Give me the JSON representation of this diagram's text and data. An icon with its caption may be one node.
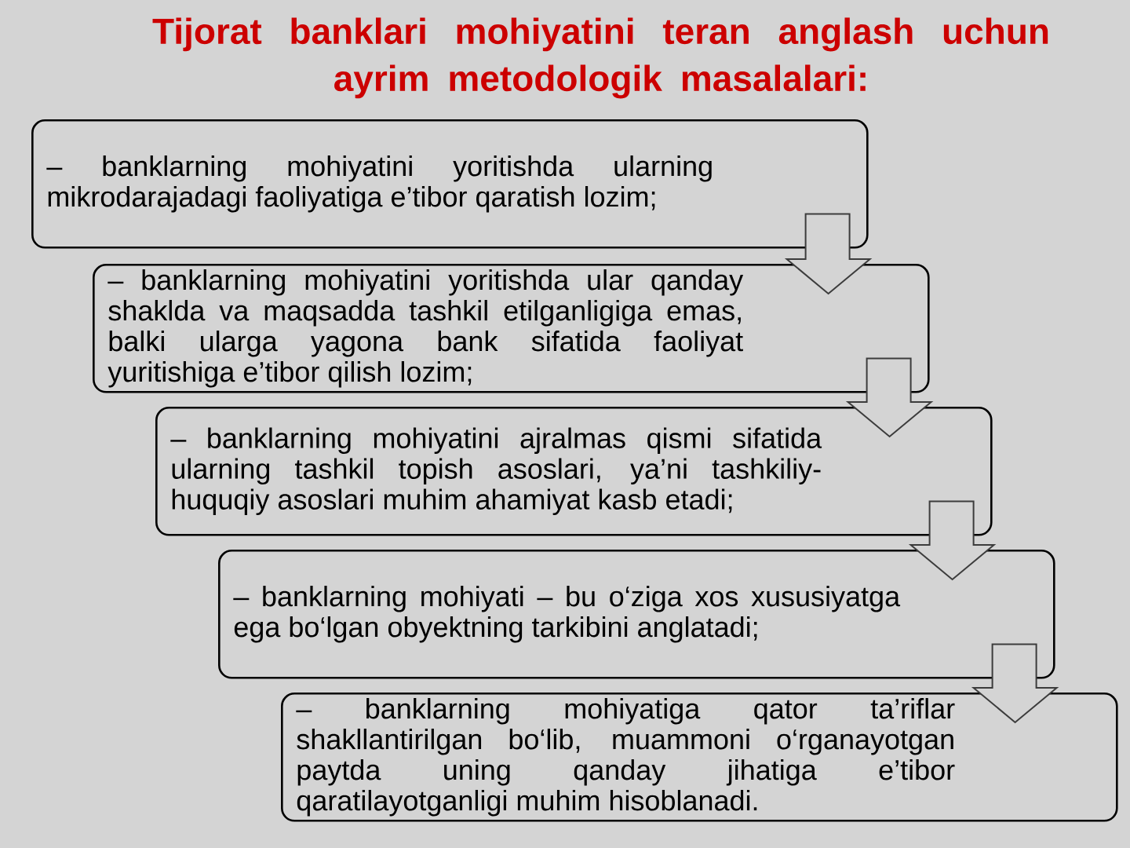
{
  "diagram": {
    "title": "Tijorat banklari mohiyatini teran anglash uchun ayrim metodologik masalalari:",
    "nodes": [
      {
        "text": [
          "– banklarning mohiyatini yoritishda ularning mikrodarajadagi faoliyatiga e’tibor qaratish lozim;"
        ]
      },
      {
        "text": [
          "– banklarning mohiyatini yoritishda ular qanday shaklda va maqsadda tashkil etilganligiga emas, balki ularga yagona bank sifatida faoliyat yuritishiga e’tibor qilish lozim;"
        ]
      },
      {
        "text": [
          "– banklarning mohiyatini ajralmas qismi sifatida ularning tashkil topish asoslari, ya’ni tashkiliy-huquqiy asoslari muhim ahamiyat kasb etadi;"
        ]
      },
      {
        "text": [
          "– banklarning mohiyati – bu o‘ziga xos xususiyatga ega bo‘lgan obyektning tarkibini anglatadi;"
        ]
      },
      {
        "text": [
          "– banklarning mohiyatiga qator ta’riflar shakllantirilgan bo‘lib, muammoni o‘rganayotgan paytda uning qanday jihatiga e’tibor qaratilayotganligi muhim hisoblanadi."
        ]
      }
    ],
    "edges": [
      {
        "from": 0,
        "to": 1,
        "arrow": "to"
      },
      {
        "from": 1,
        "to": 2,
        "arrow": "to"
      },
      {
        "from": 2,
        "to": 3,
        "arrow": "to"
      },
      {
        "from": 3,
        "to": 4,
        "arrow": "to"
      }
    ]
  }
}
